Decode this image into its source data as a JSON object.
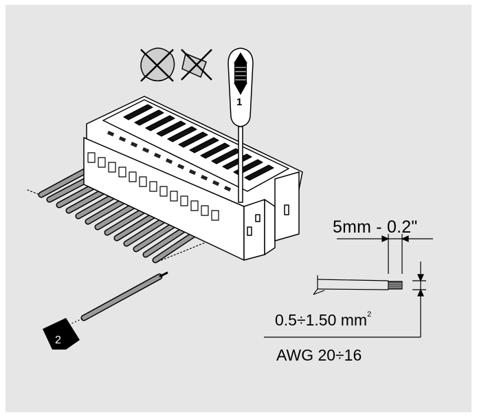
{
  "labels": {
    "strip_length": "5mm - 0.2\"",
    "cross_section": "0.5÷1.50 mm",
    "cross_section_sup": "2",
    "awg": "AWG 20÷16"
  },
  "steps": {
    "screwdriver": "1",
    "insert": "2"
  },
  "colors": {
    "background": "#e6e6e6",
    "outline": "#000000",
    "connector": "#ffffff",
    "wire": "#9a9a9a"
  }
}
